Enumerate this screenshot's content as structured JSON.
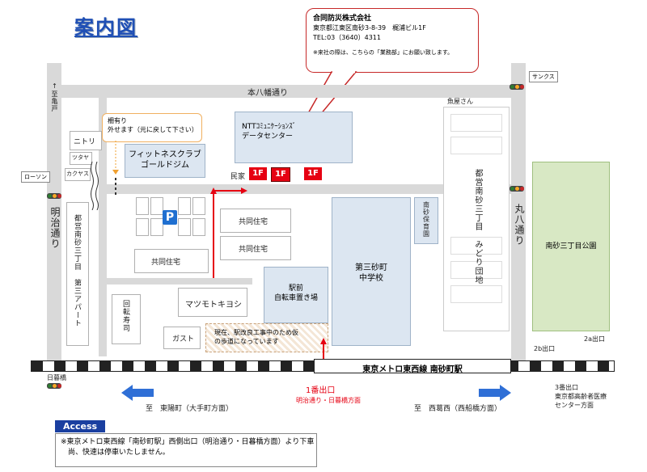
{
  "title": "案内図",
  "company": {
    "name": "合同防災株式会社",
    "address": "東京都江東区南砂3-8-39　梶浦ビル1F",
    "tel": "TEL:03（3640）4311",
    "note": "※来社の際は、こちらの「業務部」にお願い致します。"
  },
  "roads": {
    "hondo": "本八幡通り",
    "meiji": "明治通り",
    "maruhachi": "丸八通り",
    "to_kameido": "↑至亀戸"
  },
  "places": {
    "sunkus": "サンクス",
    "uoya": "魚屋さん",
    "nitori": "ニトリ",
    "tsutaya": "ツタヤ",
    "kakuyasu": "カクヤス",
    "lawson": "ローソン",
    "fitness": "フィットネスクラブ\nゴールドジム",
    "ntt": "NTTｺﾐｭﾆｹｰｼｮﾝｽﾞ\nデータセンター",
    "minka": "民家",
    "floor1": "1F",
    "floor2": "1F",
    "floor3": "1F",
    "fence_note": "柵有り\n外せます（元に戻して下さい）",
    "parking": "P",
    "housing1": "共同住宅",
    "housing2": "共同住宅",
    "housing3": "共同住宅",
    "school": "第三砂町\n中学校",
    "nursery": "南砂保育園",
    "toei_right": "都営南砂三丁目　みどり団地",
    "toei_left": "都営南砂三丁目　第三アパート",
    "park": "南砂三丁目公園",
    "matsumoto": "マツモトキヨシ",
    "bike": "駅前\n自転車置き場",
    "kaitenzushi": "回転寿司",
    "gusto": "ガスト",
    "construction": "現在、駅改良工事中のため仮\nの歩道になっています",
    "exit_2b": "2b出口",
    "exit_2a": "2a出口",
    "nihonbashi": "日暮橋"
  },
  "station": {
    "label": "東京メトロ東西線 南砂町駅",
    "exit1": "1番出口",
    "exit1_sub": "明治通り・日暮橋方面",
    "to_west": "至　東陽町（大手町方面）",
    "to_east": "至　西葛西（西船橋方面）",
    "exit3": "3番出口\n東京都高齢者医療\nセンター方面"
  },
  "access": {
    "heading": "Access",
    "text": "※東京メトロ東西線「南砂町駅」西側出口（明治通り・日暮橋方面）より下車\n　尚、快速は停車いたしません。"
  },
  "colors": {
    "accent": "#e60012",
    "title": "#1f4fb5",
    "arrow": "#2f6fd6",
    "building": "#dce6f1",
    "park": "#d8e8c4"
  }
}
